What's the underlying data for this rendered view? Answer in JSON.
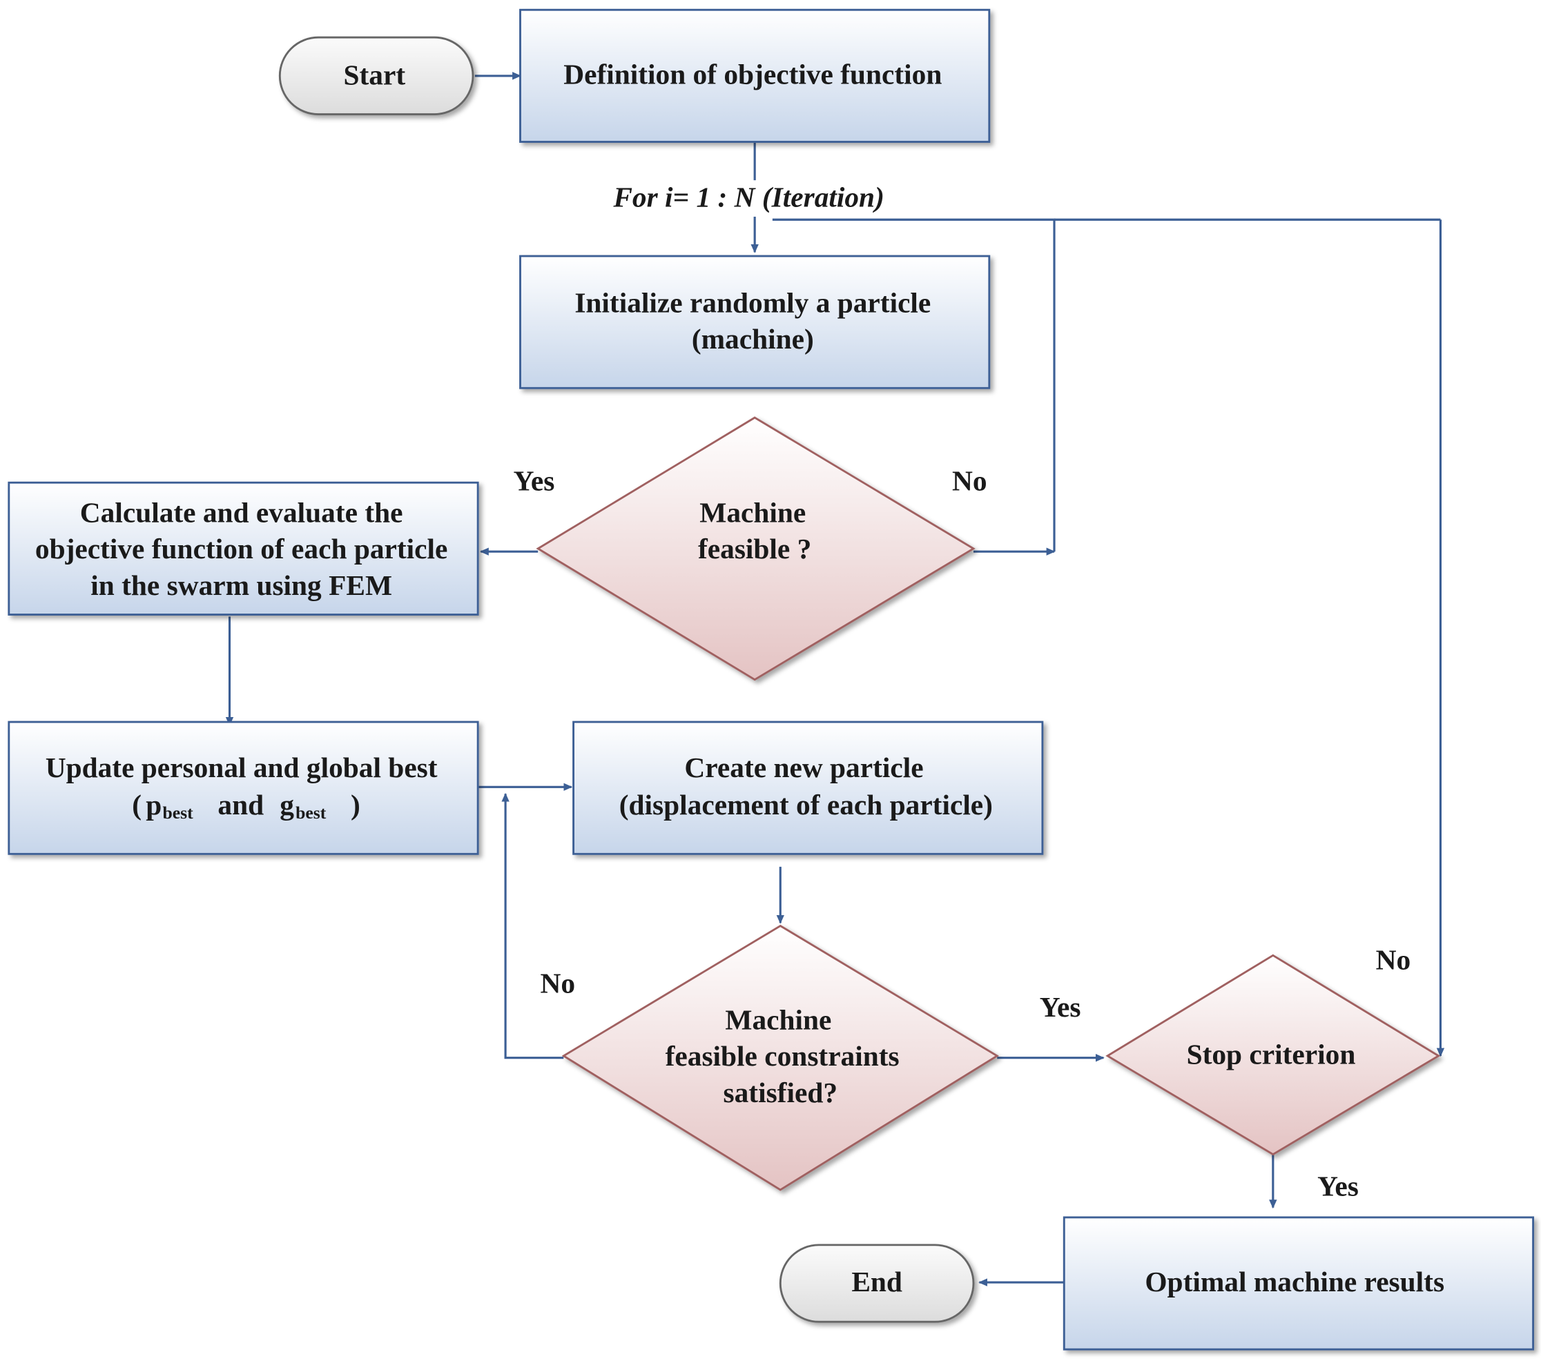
{
  "nodes": {
    "start": {
      "label": "Start"
    },
    "define": {
      "label": "Definition of objective function"
    },
    "init": {
      "line1": "Initialize randomly a particle",
      "line2": "(machine)"
    },
    "feasible": {
      "line1": "Machine",
      "line2": "feasible ?"
    },
    "evaluate": {
      "line1": "Calculate and evaluate the",
      "line2": "objective function of each particle",
      "line3": "in the swarm using FEM"
    },
    "update": {
      "line1": "Update personal and global best",
      "open": "(",
      "p": "p",
      "p_sub": "best",
      "and": "and",
      "g": "g",
      "g_sub": "best",
      "close": ")"
    },
    "create": {
      "line1": "Create new particle",
      "line2": "(displacement of each particle)"
    },
    "constraints": {
      "line1": "Machine",
      "line2": "feasible constraints",
      "line3": "satisfied?"
    },
    "stop": {
      "label": "Stop criterion"
    },
    "optimal": {
      "label": "Optimal machine results"
    },
    "end": {
      "label": "End"
    }
  },
  "loop_label": "For i= 1 : N (Iteration)",
  "edge_labels": {
    "feasible_yes": "Yes",
    "feasible_no": "No",
    "constraints_no": "No",
    "constraints_yes": "Yes",
    "stop_no": "No",
    "stop_yes": "Yes"
  },
  "colors": {
    "box_fill_top": "#ffffff",
    "box_fill_bottom": "#c8d6ea",
    "box_stroke": "#3c5f95",
    "diamond_fill_top": "#ffffff",
    "diamond_fill_bottom": "#e6c6c6",
    "diamond_stroke": "#a06060",
    "terminal_fill": "#ececec",
    "terminal_stroke": "#666666",
    "arrow": "#3c5f95"
  }
}
